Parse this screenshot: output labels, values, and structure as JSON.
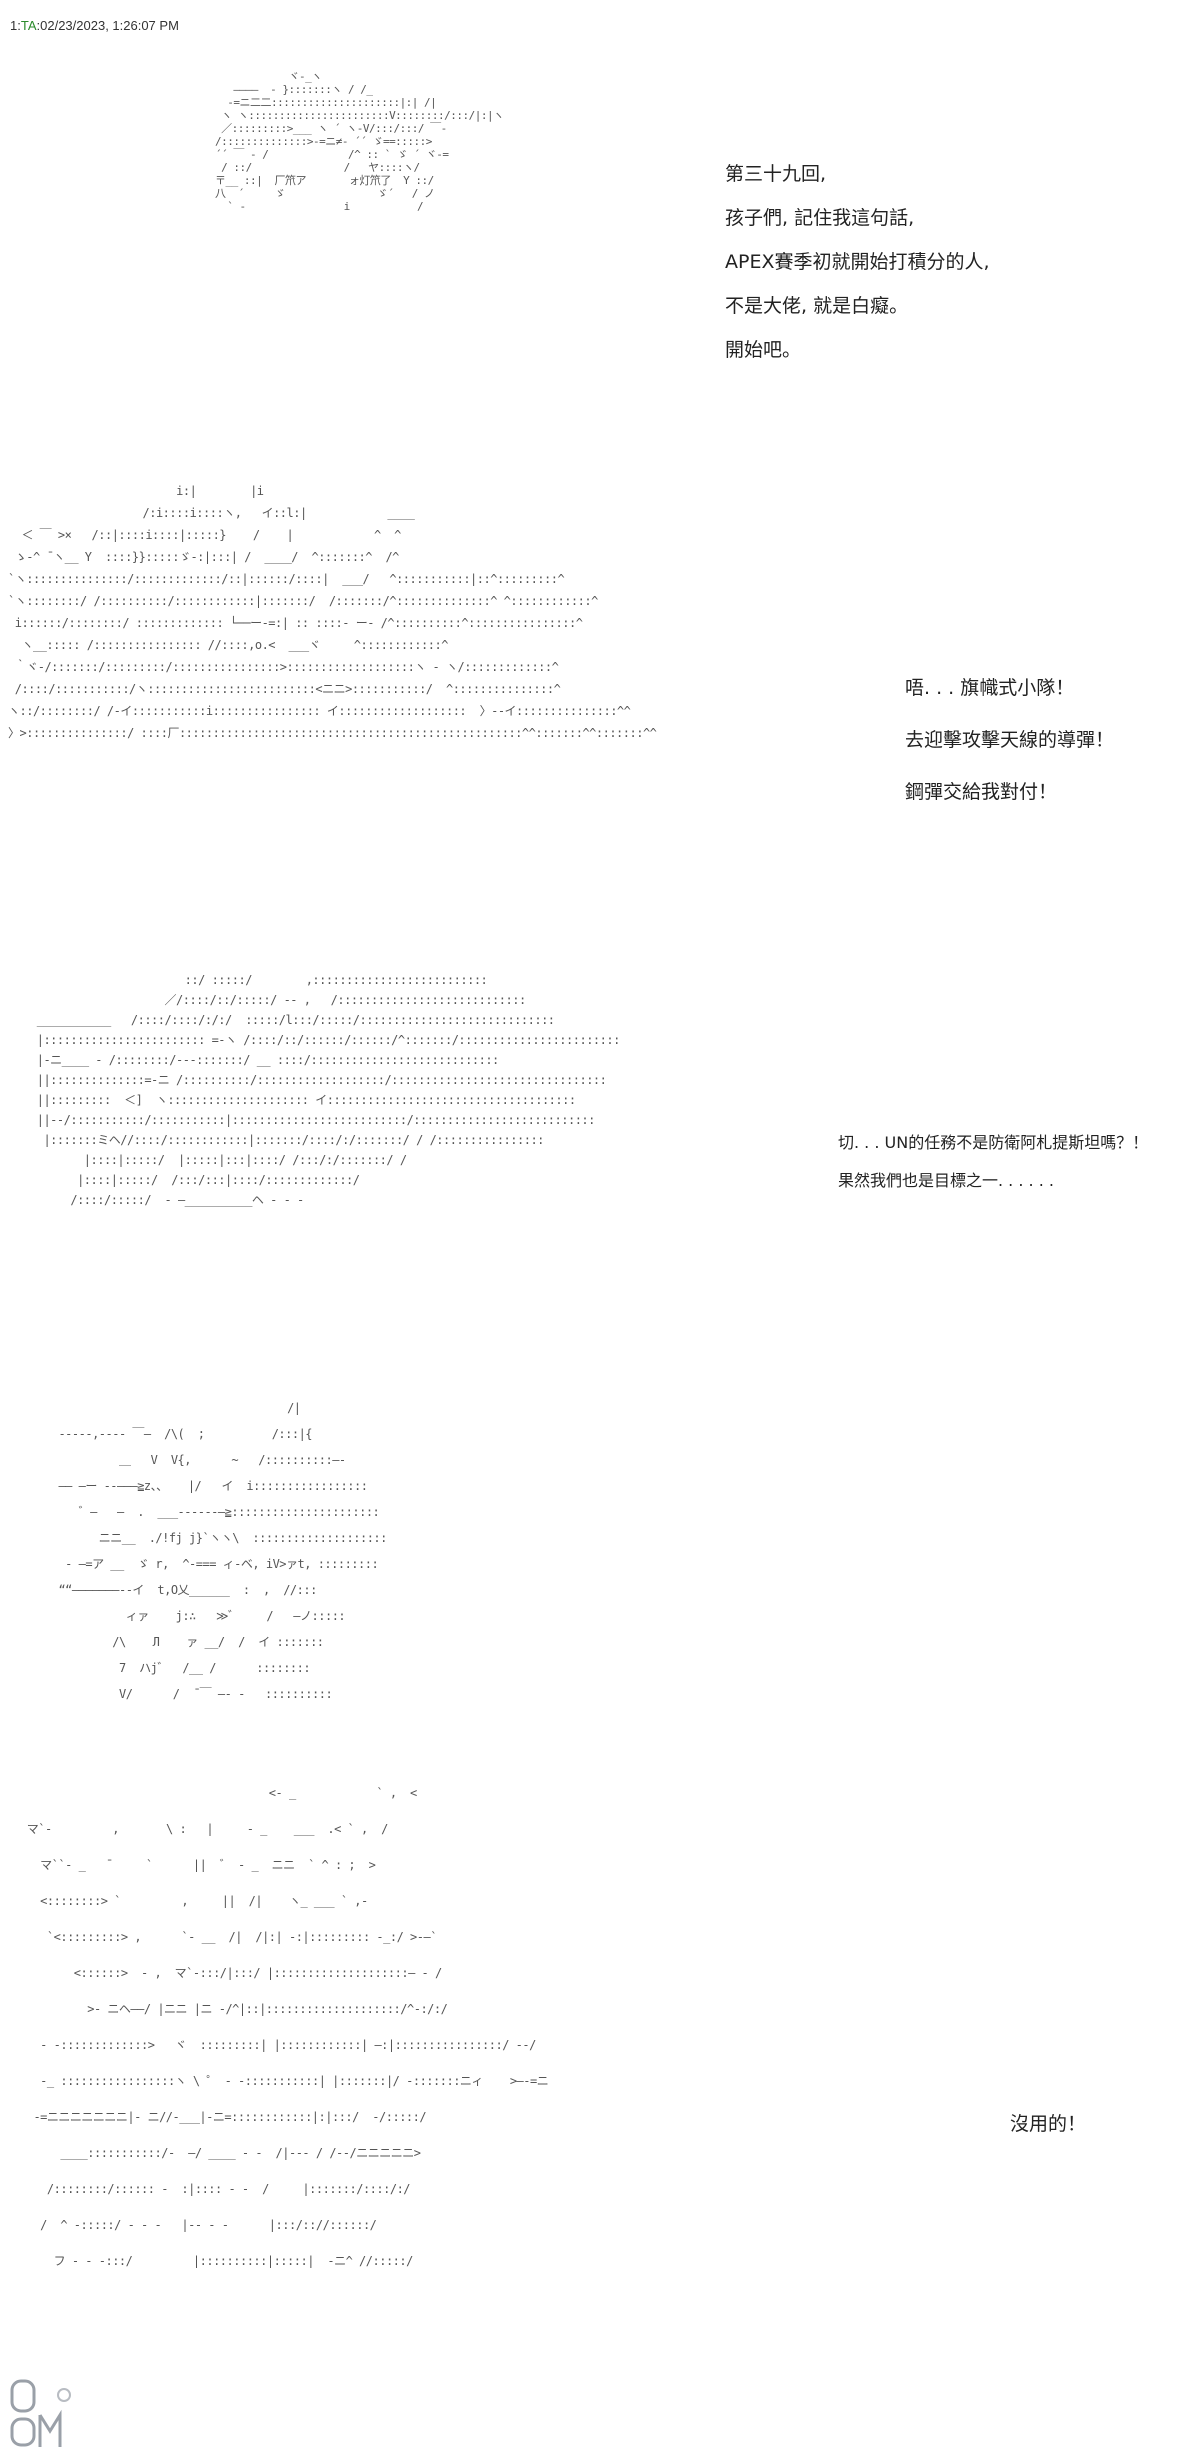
{
  "post": {
    "number": "1",
    "separator": ":",
    "poster": "TA",
    "timestamp": ":02/23/2023, 1:26:07 PM"
  },
  "panels": [
    {
      "lines": [
        "第三十九回,",
        "孩子們, 記住我這句話,",
        "APEX賽季初就開始打積分的人,",
        "不是大佬, 就是白癡。",
        "開始吧。"
      ],
      "art": [
        "            ヾ‐_ヽ",
        "   ――――  ‐ }:::::::ヽ / /_",
        "  ‐=ニ二二:::::::::::::::::::::|:| /|",
        " ヽ ヽ:::::::::::::::::::::::V::::::::/:::/|:|ヽ",
        " ／:::::::::>___ ヽ ´ ヽ-V/:::/:::/ ￣‐ ",
        "/::::::::::::::>‐=ニ≠‐ ´´ ゞ==:::::> ",
        "´´ ￣ ‐ /             /^ :: ` ゞ ´ ヾ‐=",
        " / ::/               /   ヤ::::ヽ/",
        "〒__ ::|  厂笊ア       ォ灯笊了  Y ::/",
        "八  ´     ゞ               ゞ´   / ノ",
        "  ` -                i           /"
      ]
    },
    {
      "lines": [
        "唔. . . 旗幟式小隊！",
        "去迎擊攻擊天線的導彈！",
        "鋼彈交給我對付！"
      ],
      "art": [
        "                         i:|        |i",
        "                    /:i::::i::::ヽ,   イ::l:|            ____",
        "  ＜ ￣ >×   /::|::::i::::|:::::}    /    |            ^  ^",
        " ゝ‐^ ̄ ヽ__ Y  ::::}}:::::ゞ‐:|:::| /  ____/  ^:::::::^  /^",
        "`ヽ:::::::::::::::/:::::::::::::/::|::::::/::::|  ___/   ^:::::::::::|::^:::::::::^",
        "`ヽ::::::::/ /::::::::::/::::::::::::|:::::::/  /:::::::/^::::::::::::::^ ^::::::::::::^",
        " i::::::/::::::::/ ::::::::::::: └──ー‐=:| :: ::::‐ ー‐ /^::::::::::^::::::::::::::::^",
        "  ヽ__::::: /:::::::::::::::: //::::,o.<  ___ヾ     ^::::::::::::^",
        " ｀ヾ‐/:::::::/:::::::::/::::::::::::::::>:::::::::::::::::::ヽ ‐ ヽ/:::::::::::::^",
        " /::::/:::::::::::/ヽ:::::::::::::::::::::::::<ニニ>:::::::::::/  ^:::::::::::::::^",
        "ヽ::/::::::::/ /-イ:::::::::::i:::::::::::::::: イ:::::::::::::::::::  〉--イ:::::::::::::::^^",
        "〉>:::::::::::::::/ ::::厂:::::::::::::::::::::::::::::::::::::::::::::::::::^^:::::::^^:::::::^^"
      ]
    },
    {
      "lines": [
        "切. . . UN的任務不是防衛阿札提斯坦嗎？！",
        "果然我們也是目標之一. . . . . ."
      ],
      "art": [
        "                       ::/ :::::/        ,::::::::::::::::::::::::::",
        "                    ／/::::/::/:::::/ -‐ ,   /::::::::::::::::::::::::::::",
        " ___________   /::::/::::/:/:/  :::::/l:::/:::::/:::::::::::::::::::::::::::::",
        " |:::::::::::::::::::::::: =‐ヽ /::::/::/::::::/::::::/^:::::::/::::::::::::::::::::::::",
        " |‐ニ____ ‐ /::::::::/‐‐‐:::::::/ __ ::::/::::::::::::::::::::::::::::",
        " ||::::::::::::::=‐ニ /::::::::::/:::::::::::::::::::/::::::::::::::::::::::::::::::::",
        " ||:::::::::  ＜]  ヽ::::::::::::::::::::: イ:::::::::::::::::::::::::::::::::::::",
        " ||--/:::::::::::/:::::::::::|::::::::::::::::::::::::::/:::::::::::::::::::::::::::",
        "  |:::::::ミヘ//::::/::::::::::::|:::::::/::::/:/:::::::/ / /::::::::::::::::",
        "        |::::|:::::/  |:::::|:::|::::/ /:::/:/:::::::/ /",
        "       |::::|:::::/  /:::/:::|::::/:::::::::::::/",
        "      /::::/:::::/  ‐ ―__________ヘ ‐ ‐ ‐"
      ]
    },
    {
      "lines": [],
      "art": [
        "                                    /|",
        "  -----,---- ￣―  /\\(  ;          /:::|{",
        "           ＿   V  V{,      ~   /::::::::::―‐",
        "  ―― ―ー ‐‐―――≧z、、   |/   イ  i:::::::::::::::::",
        "     ゛―   ―  .  ___---‐‐‐―≧::::::::::::::::::::::",
        "        ニニ__  ./!fj j}`ヽヽ\\  ::::::::::::::::::::",
        "   ‐ ―=ア __  ゞ r,  ^‐=== ィ‐ベ, iV>ァt, :::::::::",
        "  ““―――――――‐‐イ  t,O乂______  :  ,  //:::",
        "            ィァ    j:∴   ≫゛    /   ―ノ:::::",
        "          /\\    Л    ァ __/  /  イ :::::::",
        "           7  ハj゛  /__ /      ::::::::",
        "           V/      /  ̄ ￣ ―‐ ‐   ::::::::::"
      ]
    },
    {
      "lines": [
        "沒用的！"
      ],
      "art": [
        "                                     <‐ _            ` ,  <",
        " マ`‐         ,       \\ :   |     ‐ _    ___  .< ` ,  /",
        "   マ``‐ _   ̄      `      ||  ゛ ‐ _  ニニ  ` ^ : ;  >",
        "   <::::::::> `         ,     ||  /|    ヽ_ ___ ` ,‐",
        "    `<:::::::::> ,      `‐ __  /|  /|:| ‐:|::::::::: ‐_:/ >‐―`",
        "        <::::::>  ‐ ,  マ`‐:::/|:::/ |::::::::::::::::::::― ‐ /",
        "          >‐ ニヘ――/ |ニニ |ニ ‐/^|::|::::::::::::::::::::/^‐:/:/",
        "   ‐ ‐:::::::::::::>   ヾ  :::::::::| |::::::::::::| ―:|::::::::::::::::/ ‐‐/",
        "   ‐_ :::::::::::::::::ヽ \\ ゜ ‐ ‐:::::::::::| |:::::::|/ ‐:::::::ニィ    >―‐=ニ",
        "  ‐=ニニニニニニニ|‐ ニ//‐___|‐ニ=::::::::::::|:|:::/  ‐/:::::/",
        "      ____:::::::::::/‐  ―/ ____ ‐ ‐  /|‐‐‐ / /‐‐/ニニニニニ>",
        "    /::::::::/:::::: ‐  :|:::: ‐ ‐  /     |:::::::/::::/:/  ",
        "   /  ^ ‐:::::/ ‐ ‐ ‐   |‐‐ ‐ ‐      |:::/:://::::::/",
        "     フ ‐ ‐ ‐:::/         |::::::::::|:::::|  ‐ニ^ //:::::/"
      ]
    }
  ],
  "watermark": {
    "text": "DMZJ"
  }
}
